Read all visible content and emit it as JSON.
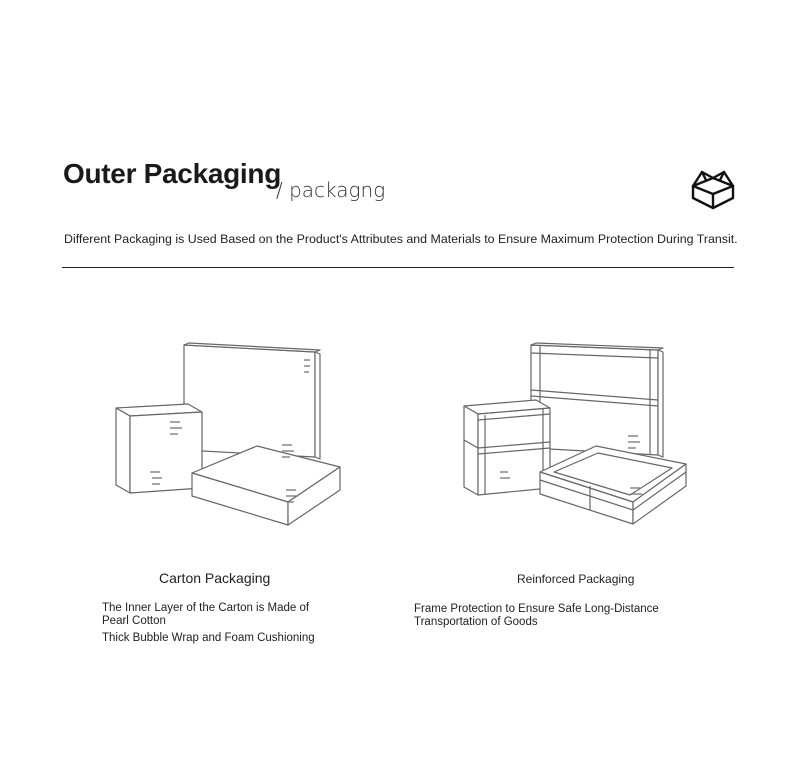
{
  "header": {
    "title": "Outer Packaging",
    "subtitle": "/ packagng",
    "icon": "open-box-icon",
    "description": "Different Packaging is Used Based on the Product's Attributes and Materials to Ensure Maximum Protection During Transit."
  },
  "sections": [
    {
      "heading": "Carton Packaging",
      "illustration": "carton-boxes-illustration",
      "features": [
        "The Inner Layer of the Carton is Made of Pearl Cotton",
        "Thick Bubble Wrap and Foam Cushioning"
      ]
    },
    {
      "heading": "Reinforced Packaging",
      "illustration": "wooden-crates-illustration",
      "features": [
        "Frame Protection to Ensure Safe Long-Distance Transportation of Goods"
      ]
    }
  ],
  "colors": {
    "text": "#222222",
    "line": "#555555",
    "background": "#ffffff"
  }
}
